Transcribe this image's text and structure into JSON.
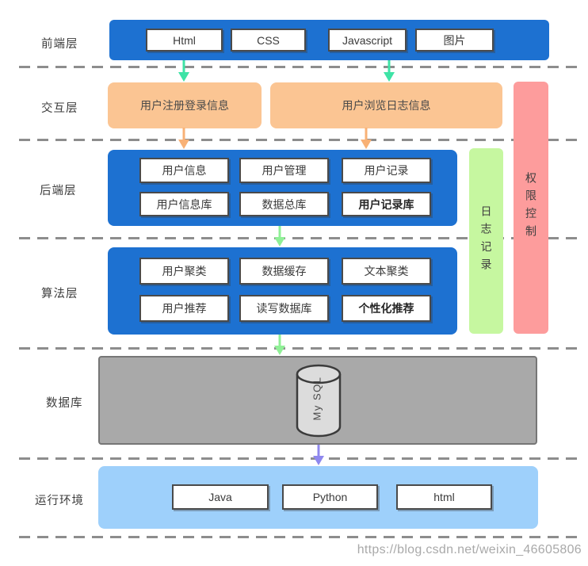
{
  "layers": [
    {
      "label": "前端层"
    },
    {
      "label": "交互层"
    },
    {
      "label": "后端层"
    },
    {
      "label": "算法层"
    },
    {
      "label": "数据库"
    },
    {
      "label": "运行环境"
    }
  ],
  "frontend": {
    "items": [
      "Html",
      "CSS",
      "Javascript",
      "图片"
    ]
  },
  "interaction": {
    "boxes": [
      "用户注册登录信息",
      "用户浏览日志信息"
    ]
  },
  "backend": {
    "rows": [
      [
        "用户信息",
        "用户管理",
        "用户记录"
      ],
      [
        "用户信息库",
        "数据总库",
        "用户记录库"
      ]
    ]
  },
  "algorithm": {
    "rows": [
      [
        "用户聚类",
        "数据缓存",
        "文本聚类"
      ],
      [
        "用户推荐",
        "读写数据库",
        "个性化推荐"
      ]
    ]
  },
  "sidebars": {
    "log": "日志记录",
    "permission": "权限控制"
  },
  "database": {
    "cylinder_label": "My SQL"
  },
  "runtime": {
    "items": [
      "Java",
      "Python",
      "html"
    ]
  },
  "watermark": "https://blog.csdn.net/weixin_46605806",
  "colors": {
    "primary_blue": "#1d71d1",
    "orange": "#fbc593",
    "light_green_bar": "#c6f7a0",
    "pink_bar": "#fd9c9c",
    "gray_box": "#a9a9a9",
    "light_blue": "#9ed0fb",
    "arrow_teal": "#3ee3a6",
    "arrow_orange": "#f8b176",
    "arrow_green": "#90f097",
    "arrow_purple": "#8f88ee"
  }
}
